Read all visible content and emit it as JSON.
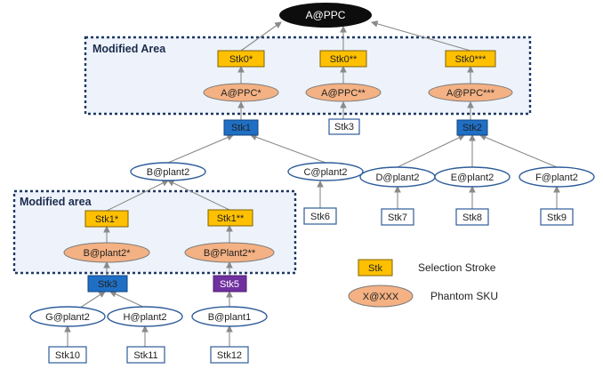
{
  "colors": {
    "root_fill": "#0d0d0d",
    "root_text": "#ffffff",
    "sku_stroke": "#2e5c9a",
    "selection_fill": "#ffc000",
    "selection_stroke": "#7f6000",
    "phantom_fill": "#f4b183",
    "phantom_stroke": "#7a7a7a",
    "blue_stroke_fill": "#1f6fc5",
    "purple_stroke_fill": "#7030a0",
    "area_fill": "#eef3fb",
    "area_border": "#1f3864"
  },
  "root": {
    "label": "A@PPC"
  },
  "areas": {
    "top_title": "Modified Area",
    "bottom_title": "Modified area"
  },
  "selection_strokes": [
    "Stk0*",
    "Stk0**",
    "Stk0***",
    "Stk1*",
    "Stk1**"
  ],
  "phantom_skus": [
    "A@PPC*",
    "A@PPC**",
    "A@PPC***",
    "B@plant2*",
    "B@Plant2**"
  ],
  "blue_strokes": [
    "Stk1",
    "Stk2",
    "Stk3"
  ],
  "purple_strokes": [
    "Stk5"
  ],
  "plain_strokes": [
    "Stk3",
    "Stk6",
    "Stk7",
    "Stk8",
    "Stk9",
    "Stk10",
    "Stk11",
    "Stk12"
  ],
  "skus": [
    "B@plant2",
    "C@plant2",
    "D@plant2",
    "E@plant2",
    "F@plant2",
    "G@plant2",
    "H@plant2",
    "B@plant1"
  ],
  "legend": {
    "selection_sample": "Stk",
    "selection_text": "Selection Stroke",
    "phantom_sample": "X@XXX",
    "phantom_text": "Phantom SKU"
  }
}
